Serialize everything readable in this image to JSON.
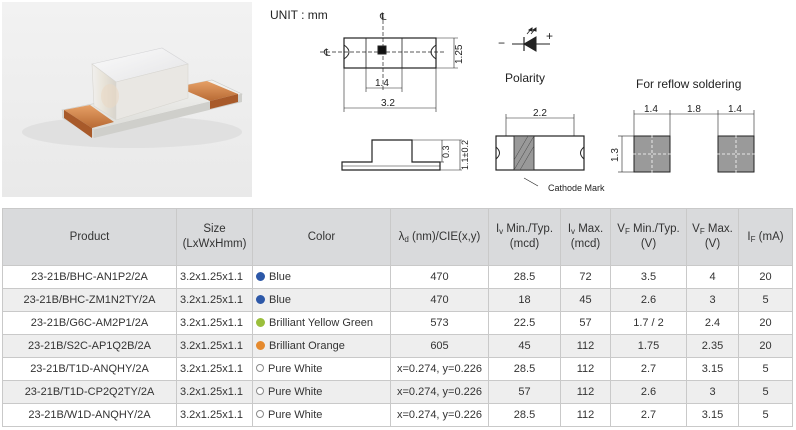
{
  "drawing": {
    "unit": "UNIT : mm",
    "polarity": "Polarity",
    "reflow": "For reflow soldering",
    "cathode_mark": "Cathode Mark",
    "dims": {
      "top_width": "1.4",
      "overall_width": "3.2",
      "height": "1.25",
      "side_height_a": "0.3",
      "side_height_b": "1.1±0.2",
      "bottom_width": "2.2",
      "bottom_height": "1.3",
      "pad_a": "1.4",
      "pad_gap": "1.8",
      "pad_b": "1.4",
      "cl_top": "℄",
      "cl_left": "℄"
    },
    "minus": "−",
    "plus": "+"
  },
  "table": {
    "headers": {
      "product": "Product",
      "size": "Size",
      "size_sub": "(LxWxHmm)",
      "color": "Color",
      "lambda_pre": "λ",
      "lambda_sub": "d",
      "lambda_post": " (nm)/CIE(x,y)",
      "iv_min_pre": "I",
      "iv_min_sub": "v",
      "iv_min_post": " Min./Typ.",
      "iv_min_unit": "(mcd)",
      "iv_max_pre": "I",
      "iv_max_sub": "v",
      "iv_max_post": " Max.",
      "iv_max_unit": "(mcd)",
      "vf_min_pre": "V",
      "vf_min_sub": "F",
      "vf_min_post": " Min./Typ.",
      "vf_min_unit": "(V)",
      "vf_max_pre": "V",
      "vf_max_sub": "F",
      "vf_max_post": " Max.",
      "vf_max_unit": "(V)",
      "if_pre": "I",
      "if_sub": "F",
      "if_post": " (mA)"
    },
    "rows": [
      {
        "product": "23-21B/BHC-AN1P2/2A",
        "size": "3.2x1.25x1.1",
        "color": "Blue",
        "dot": "#2d58a8",
        "dot_outline": false,
        "wavelength": "470",
        "iv_min": "28.5",
        "iv_max": "72",
        "vf_min": "3.5",
        "vf_max": "4",
        "if": "20"
      },
      {
        "product": "23-21B/BHC-ZM1N2TY/2A",
        "size": "3.2x1.25x1.1",
        "color": "Blue",
        "dot": "#2d58a8",
        "dot_outline": false,
        "wavelength": "470",
        "iv_min": "18",
        "iv_max": "45",
        "vf_min": "2.6",
        "vf_max": "3",
        "if": "5"
      },
      {
        "product": "23-21B/G6C-AM2P1/2A",
        "size": "3.2x1.25x1.1",
        "color": "Brilliant Yellow Green",
        "dot": "#9bbf3c",
        "dot_outline": false,
        "wavelength": "573",
        "iv_min": "22.5",
        "iv_max": "57",
        "vf_min": "1.7 / 2",
        "vf_max": "2.4",
        "if": "20"
      },
      {
        "product": "23-21B/S2C-AP1Q2B/2A",
        "size": "3.2x1.25x1.1",
        "color": "Brilliant Orange",
        "dot": "#e58a2e",
        "dot_outline": false,
        "wavelength": "605",
        "iv_min": "45",
        "iv_max": "112",
        "vf_min": "1.75",
        "vf_max": "2.35",
        "if": "20"
      },
      {
        "product": "23-21B/T1D-ANQHY/2A",
        "size": "3.2x1.25x1.1",
        "color": "Pure White",
        "dot": "#ffffff",
        "dot_outline": true,
        "wavelength": "x=0.274, y=0.226",
        "iv_min": "28.5",
        "iv_max": "112",
        "vf_min": "2.7",
        "vf_max": "3.15",
        "if": "5"
      },
      {
        "product": "23-21B/T1D-CP2Q2TY/2A",
        "size": "3.2x1.25x1.1",
        "color": "Pure White",
        "dot": "#ffffff",
        "dot_outline": true,
        "wavelength": "x=0.274, y=0.226",
        "iv_min": "57",
        "iv_max": "112",
        "vf_min": "2.6",
        "vf_max": "3",
        "if": "5"
      },
      {
        "product": "23-21B/W1D-ANQHY/2A",
        "size": "3.2x1.25x1.1",
        "color": "Pure White",
        "dot": "#ffffff",
        "dot_outline": true,
        "wavelength": "x=0.274, y=0.226",
        "iv_min": "28.5",
        "iv_max": "112",
        "vf_min": "2.7",
        "vf_max": "3.15",
        "if": "5"
      }
    ]
  }
}
